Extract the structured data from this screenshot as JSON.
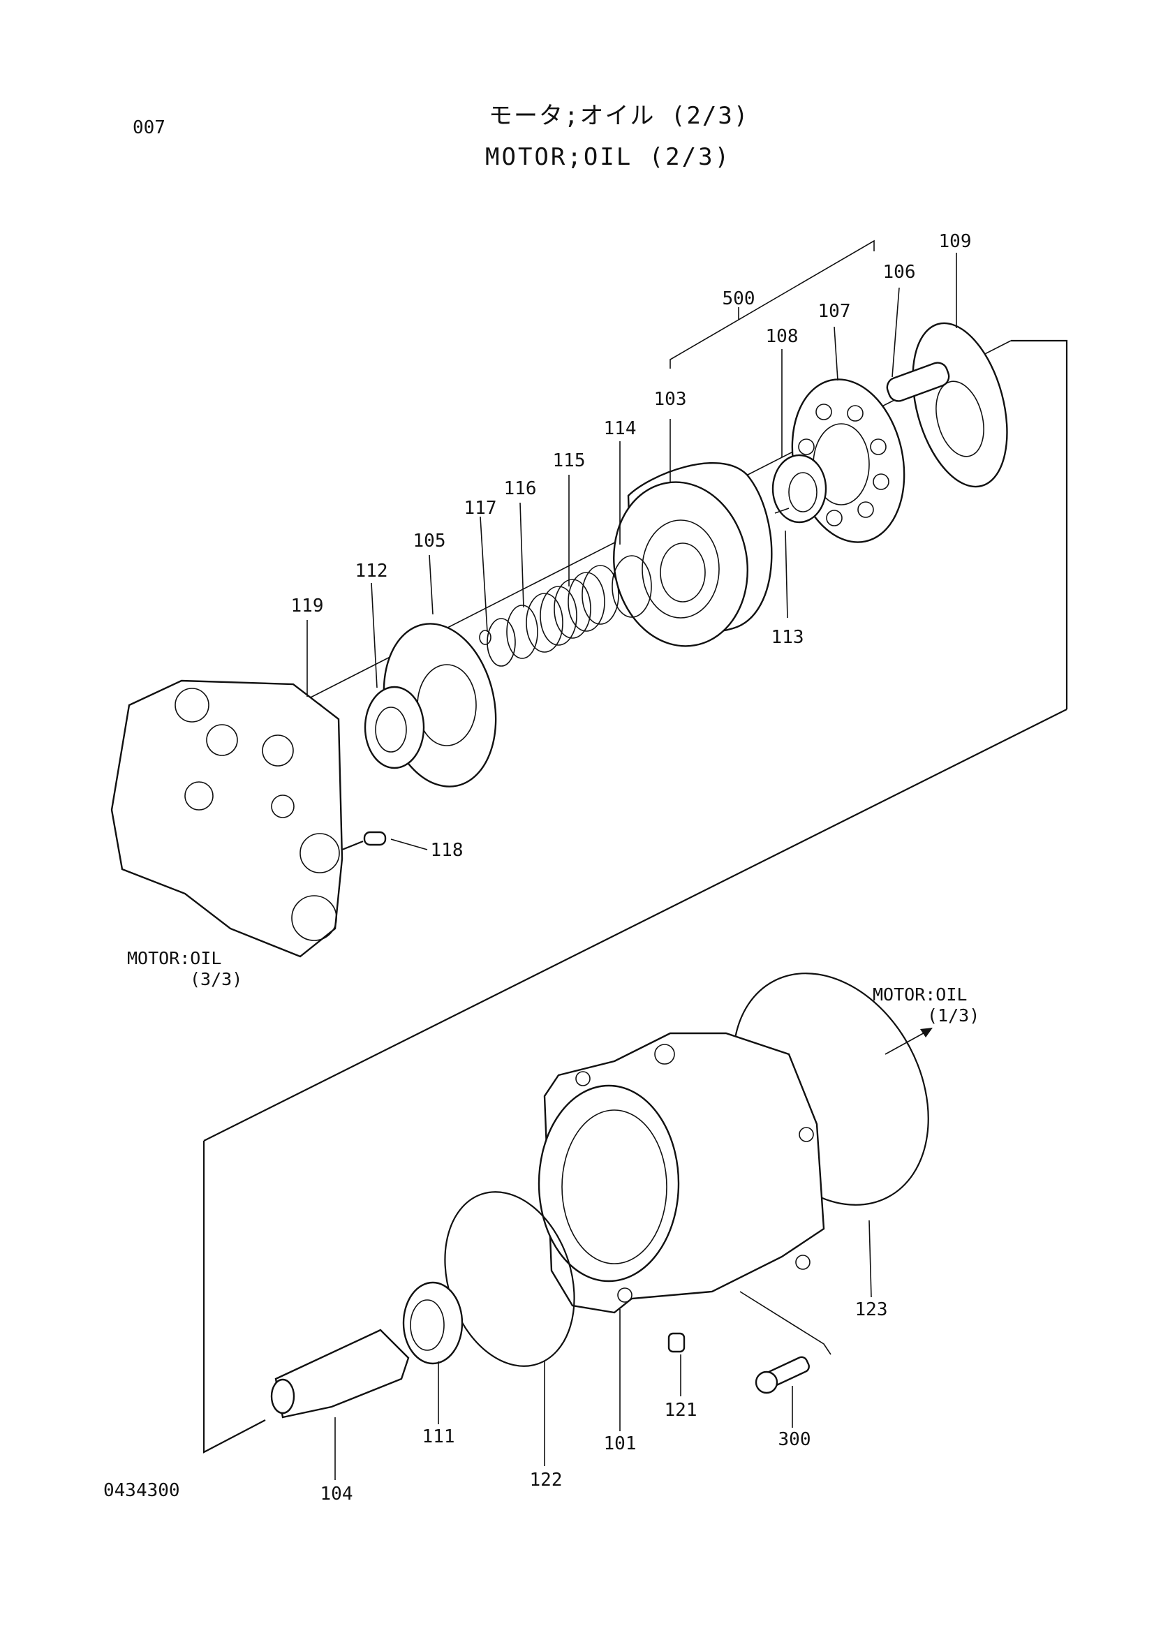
{
  "header": {
    "page_number": "007",
    "title_jp": "モータ;オイル (2/3)",
    "title_en": "MOTOR;OIL (2/3)"
  },
  "footer": {
    "drawing_number": "0434300"
  },
  "part_labels": [
    "109",
    "106",
    "500",
    "107",
    "108",
    "103",
    "114",
    "115",
    "116",
    "117",
    "105",
    "112",
    "119",
    "113",
    "118",
    "123",
    "121",
    "300",
    "101",
    "111",
    "122",
    "104"
  ],
  "references": {
    "left": {
      "name": "MOTOR:OIL",
      "page": "(3/3)"
    },
    "right": {
      "name": "MOTOR:OIL",
      "page": "(1/3)"
    }
  }
}
